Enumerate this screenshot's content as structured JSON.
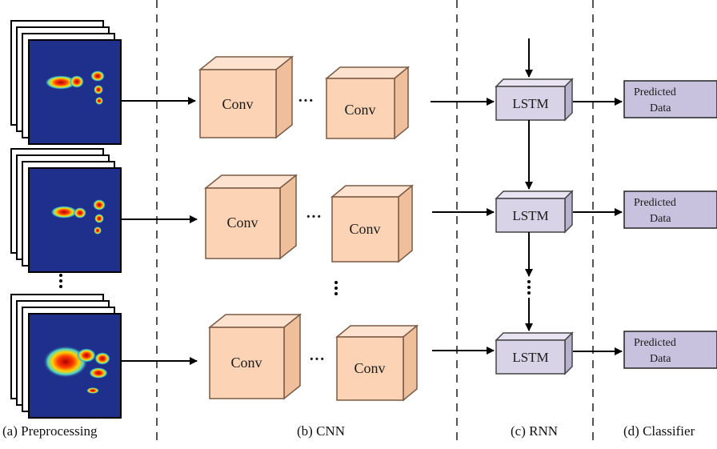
{
  "sections": {
    "preprocessing": "(a) Preprocessing",
    "cnn": "(b) CNN",
    "rnn": "(c) RNN",
    "classifier": "(d) Classifier"
  },
  "conv_label": "Conv",
  "conv_ellipsis": "···",
  "lstm_label": "LSTM",
  "output_label_line1": "Predicted",
  "output_label_line2": "Data",
  "colors": {
    "conv_front": "#fcd4b5",
    "conv_top": "#fde3cf",
    "conv_side": "#efbf9c",
    "lstm_front": "#d8d3e6",
    "lstm_top": "#e8e4f1",
    "lstm_side": "#b9b2cd",
    "output_fill": "#c9c2df",
    "heatmap_bg": "#1f2f8c",
    "divider": "#555555"
  }
}
